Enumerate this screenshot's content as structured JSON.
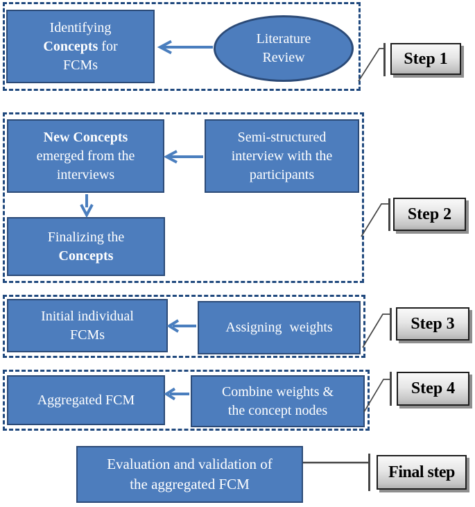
{
  "colors": {
    "box_fill": "#4d7dbd",
    "box_border": "#2b4a77",
    "box_text": "#ffffff",
    "dashed_border": "#20497e",
    "arrow": "#4a7ebe",
    "connector": "#454545",
    "step_border": "#1c1c1c",
    "step_shadow": "#8f8f8f",
    "step_text": "#000000"
  },
  "sections": [
    {
      "step_label": "Step 1",
      "boxes": {
        "target": {
          "l1": "Identifying",
          "l2_bold": "Concepts",
          "l2_rest": " for",
          "l3": "FCMs"
        },
        "source": {
          "l1": "Literature",
          "l2": "Review"
        }
      }
    },
    {
      "step_label": "Step 2",
      "boxes": {
        "new_concepts": {
          "l1_bold": "New Concepts",
          "l2": "emerged from the",
          "l3": "interviews"
        },
        "interview": {
          "l1": "Semi-structured",
          "l2": "interview with the",
          "l3": "participants"
        },
        "finalizing": {
          "l1": "Finalizing the",
          "l2_bold": "Concepts"
        }
      }
    },
    {
      "step_label": "Step 3",
      "boxes": {
        "initial": {
          "l1": "Initial individual",
          "l2": "FCMs"
        },
        "assigning": {
          "l1": "Assigning weights"
        }
      }
    },
    {
      "step_label": "Step 4",
      "boxes": {
        "aggregated": {
          "l1": "Aggregated FCM"
        },
        "combine": {
          "l1": "Combine weights &",
          "l2": "the concept nodes"
        }
      }
    },
    {
      "step_label": "Final step",
      "boxes": {
        "evaluation": {
          "l1": "Evaluation and validation of",
          "l2": "the aggregated FCM"
        }
      }
    }
  ]
}
